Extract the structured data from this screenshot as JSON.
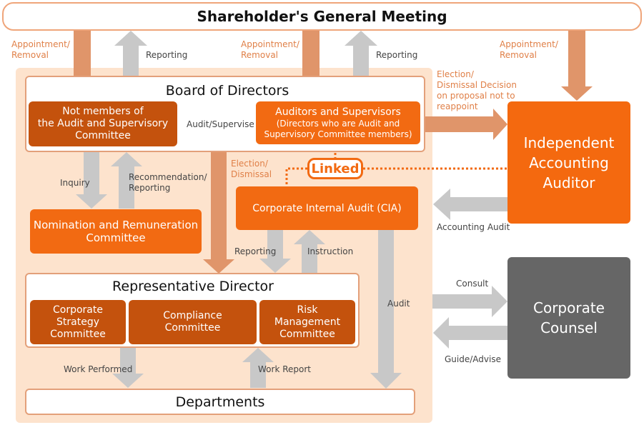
{
  "title": "Shareholder's General Meeting",
  "board": {
    "title": "Board of Directors",
    "not_members": "Not members of\nthe Audit and Supervisory\nCommittee",
    "auditors_title": "Auditors and Supervisors",
    "auditors_sub": "(Directors who are Audit and\nSupervisory Committee members)"
  },
  "nomination": "Nomination and Remuneration\nCommittee",
  "cia": "Corporate Internal Audit (CIA)",
  "rep": {
    "title": "Representative Director",
    "strategy": "Corporate\nStrategy\nCommittee",
    "compliance": "Compliance\nCommittee",
    "risk": "Risk\nManagement\nCommittee"
  },
  "departments": "Departments",
  "auditor": "Independent\nAccounting\nAuditor",
  "counsel": "Corporate\nCounsel",
  "linked": "Linked",
  "labels": {
    "appt1": "Appointment/\nRemoval",
    "reporting1": "Reporting",
    "appt2": "Appointment/\nRemoval",
    "reporting2": "Reporting",
    "appt3": "Appointment/\nRemoval",
    "election_decision": "Election/\nDismissal Decision\non proposal not to\nreappoint",
    "audit_supervise": "Audit/Supervise",
    "election_dismissal": "Election/\nDismissal",
    "inquiry": "Inquiry",
    "recommendation": "Recommendation/\nReporting",
    "reporting3": "Reporting",
    "instruction": "Instruction",
    "accounting_audit": "Accounting Audit",
    "consult": "Consult",
    "guide": "Guide/Advise",
    "audit": "Audit",
    "work_performed": "Work Performed",
    "work_report": "Work Report"
  },
  "colors": {
    "light_bg": "#fde3cd",
    "dark_orange": "#c4520d",
    "mid_orange": "#f26a12",
    "arrow_orange": "#e0956a",
    "arrow_grey": "#c8c8c8",
    "counsel_grey": "#666666"
  }
}
